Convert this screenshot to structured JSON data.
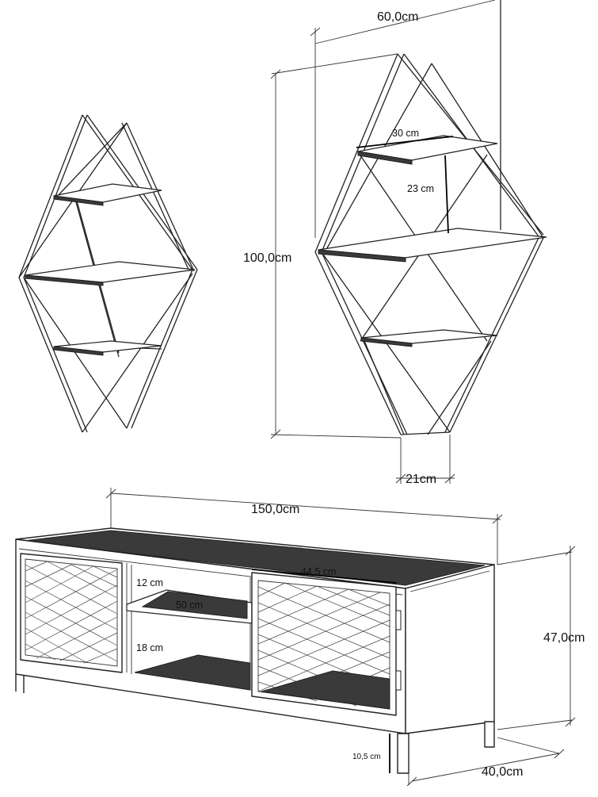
{
  "figure": {
    "shelf_width": "60,0cm",
    "shelf_height": "100,0cm",
    "shelf_depth": "21cm",
    "shelf_board_width": "30 cm",
    "shelf_spacing": "23 cm",
    "tv_width": "150,0cm",
    "tv_height": "47,0cm",
    "tv_depth": "40,0cm",
    "door_width": "44,5 cm",
    "middle_shelf_width": "50 cm",
    "upper_opening": "12 cm",
    "lower_opening": "18 cm",
    "leg_height": "10,5 cm"
  }
}
